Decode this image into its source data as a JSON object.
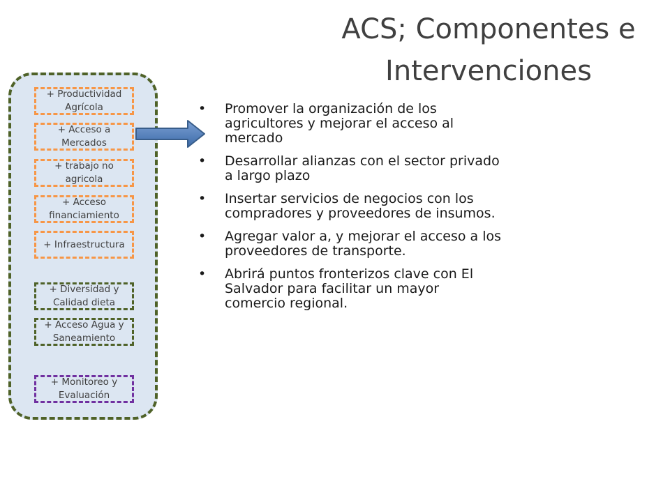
{
  "title": {
    "line1": "ACS; Componentes e",
    "line2": "Intervenciones"
  },
  "components": [
    {
      "label": "+ Productividad Agrícola",
      "style": "orange"
    },
    {
      "label": "+ Acceso a Mercados",
      "style": "orange"
    },
    {
      "label": "+ trabajo no agricola",
      "style": "orange"
    },
    {
      "label": "+ Acceso financiamiento",
      "style": "orange"
    },
    {
      "label": "+ Infraestructura",
      "style": "orange"
    },
    {
      "label": "+ Diversidad y Calidad dieta",
      "style": "green"
    },
    {
      "label": "+ Acceso Agua y Saneamiento",
      "style": "green"
    },
    {
      "label": "+ Monitoreo y Evaluación",
      "style": "purple"
    }
  ],
  "bullets": [
    "Promover la organización de los agricultores y mejorar el acceso al mercado",
    "Desarrollar alianzas con el sector privado a largo plazo",
    "Insertar servicios de negocios con los compradores y proveedores de insumos.",
    "Agregar valor a, y mejorar el acceso a los proveedores de transporte.",
    "Abrirá puntos fronterizos clave con El Salvador para facilitar un mayor comercio regional."
  ],
  "bullet_char": "•",
  "colors": {
    "panel_fill": "#dce6f2",
    "panel_border": "#4f6228",
    "orange": "#f79646",
    "green": "#4f6228",
    "purple": "#7030a0",
    "arrow": "#4f81bd"
  }
}
